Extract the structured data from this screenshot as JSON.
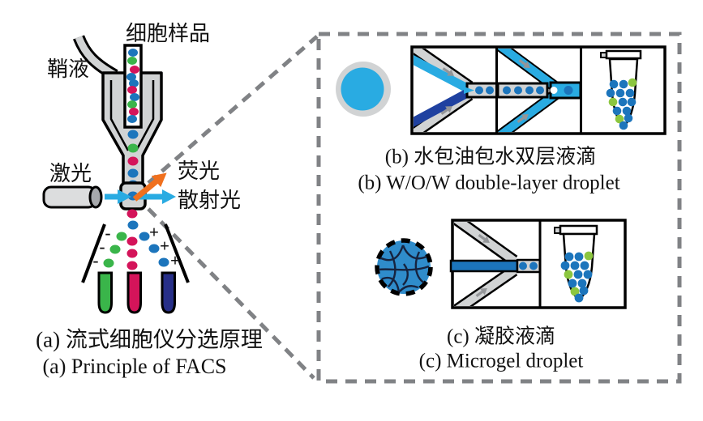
{
  "figure": {
    "panel_a": {
      "labels": {
        "cell_sample": "细胞样品",
        "sheath_fluid": "鞘液",
        "laser": "激光",
        "fluorescence": "荧光",
        "scattered_light": "散射光"
      },
      "charge_negative": "-",
      "charge_positive": "+",
      "caption_zh": "(a) 流式细胞仪分选原理",
      "caption_en": "(a) Principle of FACS"
    },
    "panel_b": {
      "caption_zh": "(b) 水包油包水双层液滴",
      "caption_en": "(b) W/O/W double-layer droplet"
    },
    "panel_c": {
      "caption_zh": "(c) 凝胶液滴",
      "caption_en": "(c) Microgel droplet"
    },
    "colors": {
      "light_blue": "#29ABE2",
      "cell_blue": "#1C75BC",
      "dark_blue_channel": "#1F41A0",
      "navy_tube": "#272F88",
      "cell_green": "#3AB54A",
      "droplet_green": "#8CC63F",
      "cell_magenta": "#D4145A",
      "fluorescence_orange": "#F0701E",
      "device_gray": "#D1D3D4",
      "dashed_gray": "#808285",
      "microgel_blue": "#2F8CCB"
    }
  }
}
